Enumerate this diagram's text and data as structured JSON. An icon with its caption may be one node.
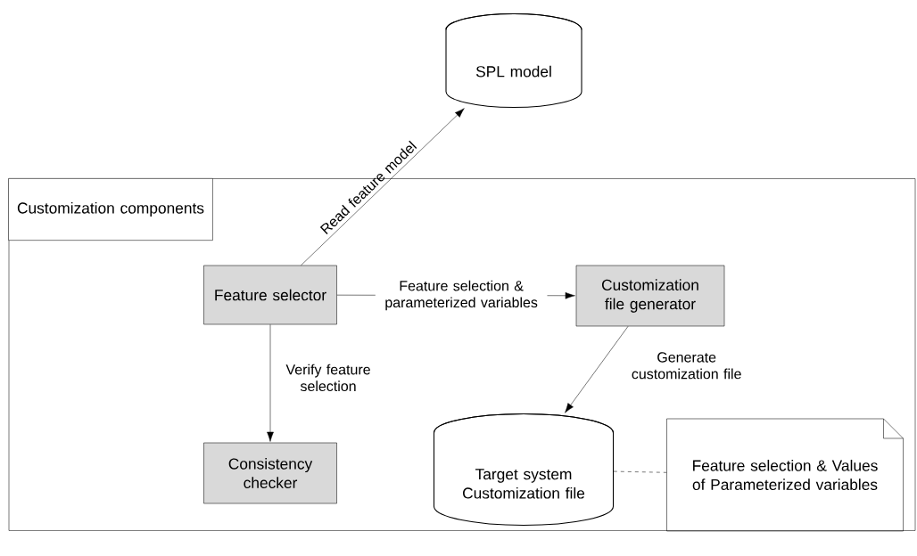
{
  "diagram": {
    "nodes": [
      {
        "text": [
          "SPL model"
        ]
      },
      {
        "text": [
          "Customization components"
        ]
      },
      {
        "text": [
          "Feature selector"
        ],
        "in": 1
      },
      {
        "text": [
          "Customization file generator"
        ],
        "in": 1
      },
      {
        "text": [
          "Consistency checker"
        ],
        "in": 1
      },
      {
        "text": [
          "Target system Customization file"
        ],
        "in": 1
      },
      {
        "text": [
          "Feature selection & Values of Parameterized variables"
        ],
        "in": 1
      }
    ],
    "edges": [
      {
        "from": 2,
        "to": 0,
        "arrow": "to",
        "label": "Read feature model"
      },
      {
        "from": 2,
        "to": 3,
        "arrow": "to",
        "label": "Feature selection & parameterized variables"
      },
      {
        "from": 2,
        "to": 4,
        "arrow": "to",
        "label": "Verify feature selection"
      },
      {
        "from": 3,
        "to": 5,
        "arrow": "to",
        "label": "Generate customization file"
      },
      {
        "from": 5,
        "to": 6,
        "arrow": "none",
        "style": "dashed"
      }
    ]
  }
}
